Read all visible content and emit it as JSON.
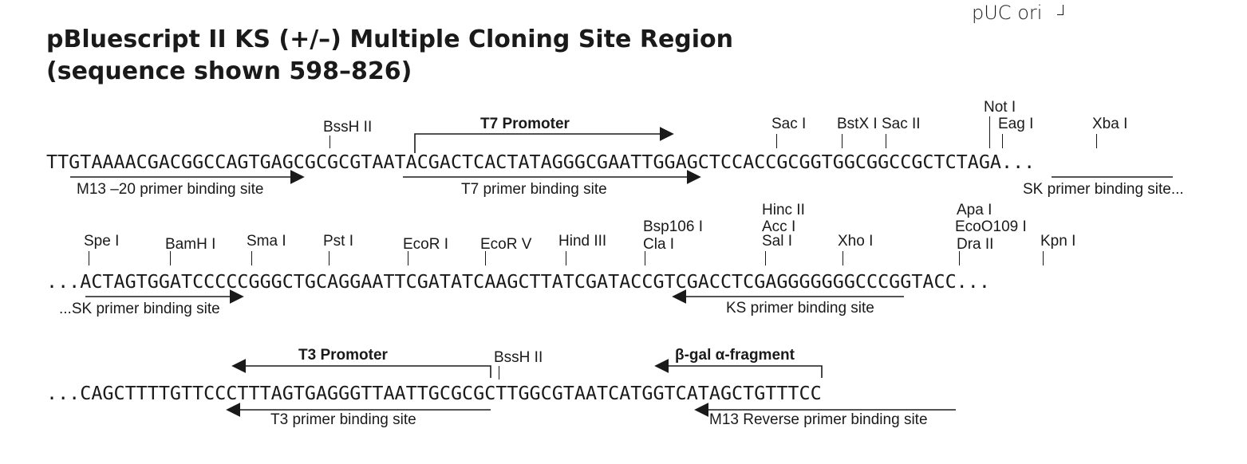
{
  "corner": {
    "label": "pUC ori"
  },
  "title": {
    "line1": "pBluescript II KS (+/–)  Multiple Cloning Site Region",
    "line2": "(sequence shown 598–826)"
  },
  "rows": [
    {
      "sequence": "TTGTAAAACGACGGCCAGTGAGCGCGCGTAATACGACTCACTATAGGGCGAATTGGAGCTCCACCGCGGTGGCGGCCGCTCTAGA...",
      "sites": [
        {
          "name": "BssH II"
        },
        {
          "name": "Sac I"
        },
        {
          "name": "BstX I"
        },
        {
          "name": "Sac II"
        },
        {
          "name": "Not I"
        },
        {
          "name": "Eag I"
        },
        {
          "name": "Xba I"
        }
      ],
      "features": [
        {
          "label": "T7 Promoter",
          "direction": "forward"
        },
        {
          "label": "M13 –20 primer binding site",
          "direction": "forward"
        },
        {
          "label": "T7 primer binding site",
          "direction": "forward"
        },
        {
          "label": "SK primer binding site...",
          "direction": "reverse"
        }
      ]
    },
    {
      "sequence": "...ACTAGTGGATCCCCCGGGCTGCAGGAATTCGATATCAAGCTTATCGATACCGTCGACCTCGAGGGGGGGCCCGGTACC...",
      "sites": [
        {
          "name": "Spe I"
        },
        {
          "name": "BamH I"
        },
        {
          "name": "Sma I"
        },
        {
          "name": "Pst I"
        },
        {
          "name": "EcoR I"
        },
        {
          "name": "EcoR V"
        },
        {
          "name": "Hind III"
        },
        {
          "name": "Bsp106 I"
        },
        {
          "name": "Cla I"
        },
        {
          "name": "Hinc II"
        },
        {
          "name": "Acc I"
        },
        {
          "name": "Sal I"
        },
        {
          "name": "Xho I"
        },
        {
          "name": "Apa I"
        },
        {
          "name": "EcoO109 I"
        },
        {
          "name": "Dra II"
        },
        {
          "name": "Kpn I"
        }
      ],
      "features": [
        {
          "label": "...SK primer binding site",
          "direction": "forward"
        },
        {
          "label": "KS primer binding site",
          "direction": "reverse"
        }
      ]
    },
    {
      "sequence": "...CAGCTTTTGTTCCCTTTAGTGAGGGTTAATTGCGCGCTTGGCGTAATCATGGTCATAGCTGTTTCC",
      "sites": [
        {
          "name": "BssH II"
        }
      ],
      "features": [
        {
          "label": "T3 Promoter",
          "direction": "reverse"
        },
        {
          "label": "β-gal α-fragment",
          "direction": "reverse"
        },
        {
          "label": "T3 primer binding site",
          "direction": "reverse"
        },
        {
          "label": "M13 Reverse primer binding site",
          "direction": "reverse"
        }
      ]
    }
  ]
}
